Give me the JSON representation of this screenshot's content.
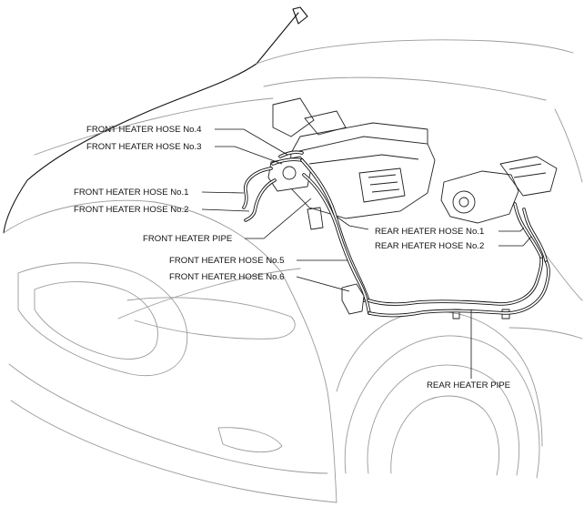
{
  "labels": {
    "front_heater_hose_no4": "FRONT HEATER HOSE No.4",
    "front_heater_hose_no3": "FRONT HEATER HOSE No.3",
    "front_heater_hose_no1": "FRONT HEATER HOSE No.1",
    "front_heater_hose_no2": "FRONT HEATER HOSE No.2",
    "front_heater_pipe": "FRONT HEATER PIPE",
    "front_heater_hose_no5": "FRONT HEATER HOSE No.5",
    "front_heater_hose_no6": "FRONT HEATER HOSE No.6",
    "rear_heater_hose_no1": "REAR HEATER HOSE No.1",
    "rear_heater_hose_no2": "REAR HEATER HOSE No.2",
    "rear_heater_pipe": "REAR HEATER PIPE"
  }
}
